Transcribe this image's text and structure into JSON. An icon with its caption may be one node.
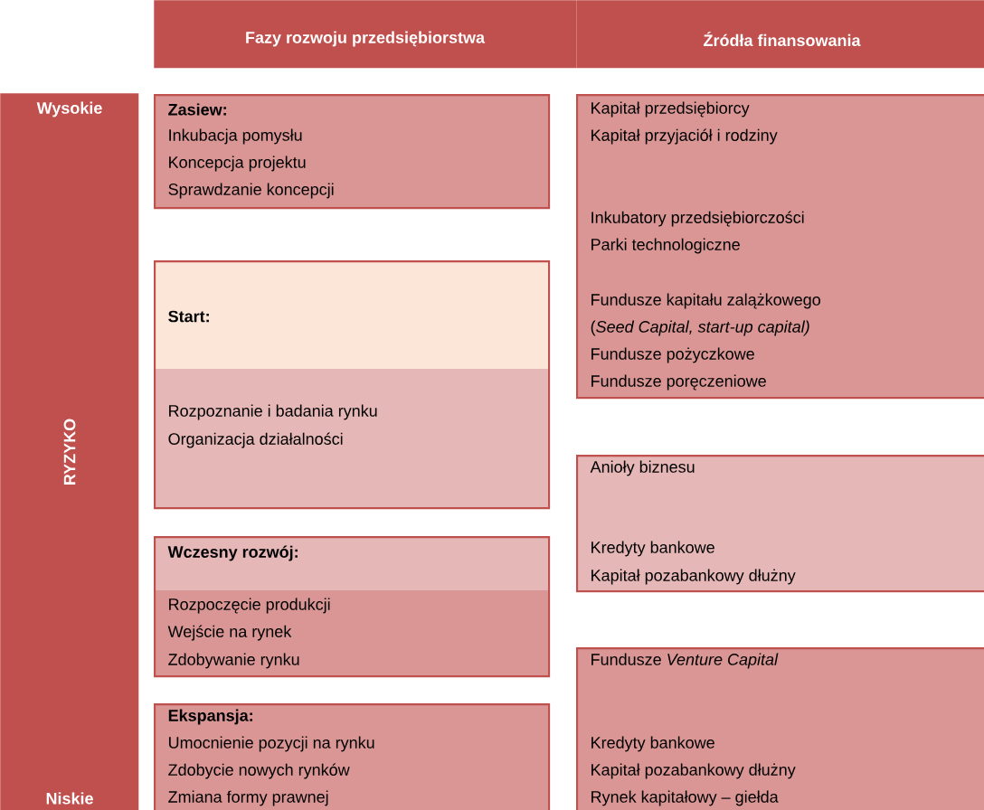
{
  "diagram": {
    "nodes": [
      {
        "text": [
          "Fazy rozwoju przedsiębiorstwa"
        ]
      },
      {
        "text": [
          "Źródła finansowania"
        ]
      },
      {
        "text": [
          "Wysokie",
          "RYZYKO",
          "Niskie"
        ]
      },
      {
        "text": [
          "Zasiew:",
          "Inkubacja pomysłu",
          "Koncepcja projektu",
          "Sprawdzanie koncepcji"
        ]
      },
      {
        "text": [
          "Start:",
          "Rozpoznanie i badania rynku",
          "Organizacja działalności"
        ]
      },
      {
        "text": [
          "Wczesny rozwój:",
          "Rozpoczęcie produkcji",
          "Wejście na rynek",
          "Zdobywanie rynku"
        ]
      },
      {
        "text": [
          "Ekspansja:",
          "Umocnienie pozycji na rynku",
          "Zdobycie nowych rynków",
          "Zmiana formy prawnej"
        ]
      },
      {
        "text": [
          "Kapitał przedsiębiorcy",
          "Kapitał przyjaciół i rodziny",
          "Inkubatory przedsiębiorczości",
          "Parki technologiczne",
          "Fundusze kapitału zalążkowego",
          "(*Seed Capital, start-up capital)*",
          "Fundusze pożyczkowe",
          "Fundusze poręczeniowe"
        ]
      },
      {
        "text": [
          "Anioły biznesu",
          "Kredyty bankowe",
          "Kapitał pozabankowy dłużny"
        ]
      },
      {
        "text": [
          "Fundusze *Venture Capital*",
          "Kredyty  bankowe",
          "Kapitał pozabankowy dłużny",
          "Rynek kapitałowy – giełda"
        ]
      }
    ]
  }
}
